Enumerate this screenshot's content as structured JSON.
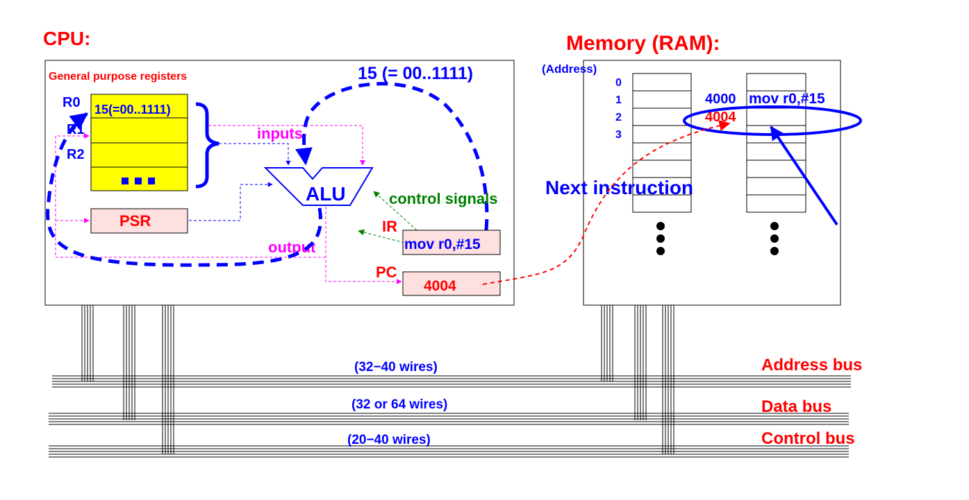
{
  "colors": {
    "red": "#ff0000",
    "blue": "#0000ff",
    "magenta": "#ff00ff",
    "green": "#008000",
    "yellow": "#ffff00",
    "pink": "#ffe0e0",
    "black": "#000000"
  },
  "cpu": {
    "title": "CPU:",
    "registers_heading": "General purpose registers",
    "alu_result": "15 (= 00..1111)",
    "registers": [
      {
        "name": "R0",
        "value": "15(=00..1111)"
      },
      {
        "name": "R1",
        "value": ""
      },
      {
        "name": "R2",
        "value": ""
      },
      {
        "name": "",
        "value": "..."
      }
    ],
    "alu": "ALU",
    "inputs": "inputs",
    "output": "output",
    "control_signals": "control signals",
    "psr": "PSR",
    "ir_label": "IR",
    "ir_value": "mov r0,#15",
    "pc_label": "PC",
    "pc_value": "4004"
  },
  "memory": {
    "title": "Memory (RAM):",
    "address_heading": "(Address)",
    "addresses": [
      "0",
      "1",
      "2",
      "3"
    ],
    "program": [
      {
        "address": "4000",
        "content": "mov r0,#15"
      },
      {
        "address": "4004",
        "content": ""
      }
    ],
    "next_instruction": "Next instruction"
  },
  "buses": [
    {
      "name": "Address bus",
      "wires": "(32−40 wires)"
    },
    {
      "name": "Data bus",
      "wires": "(32 or 64 wires)"
    },
    {
      "name": "Control bus",
      "wires": "(20−40 wires)"
    }
  ]
}
